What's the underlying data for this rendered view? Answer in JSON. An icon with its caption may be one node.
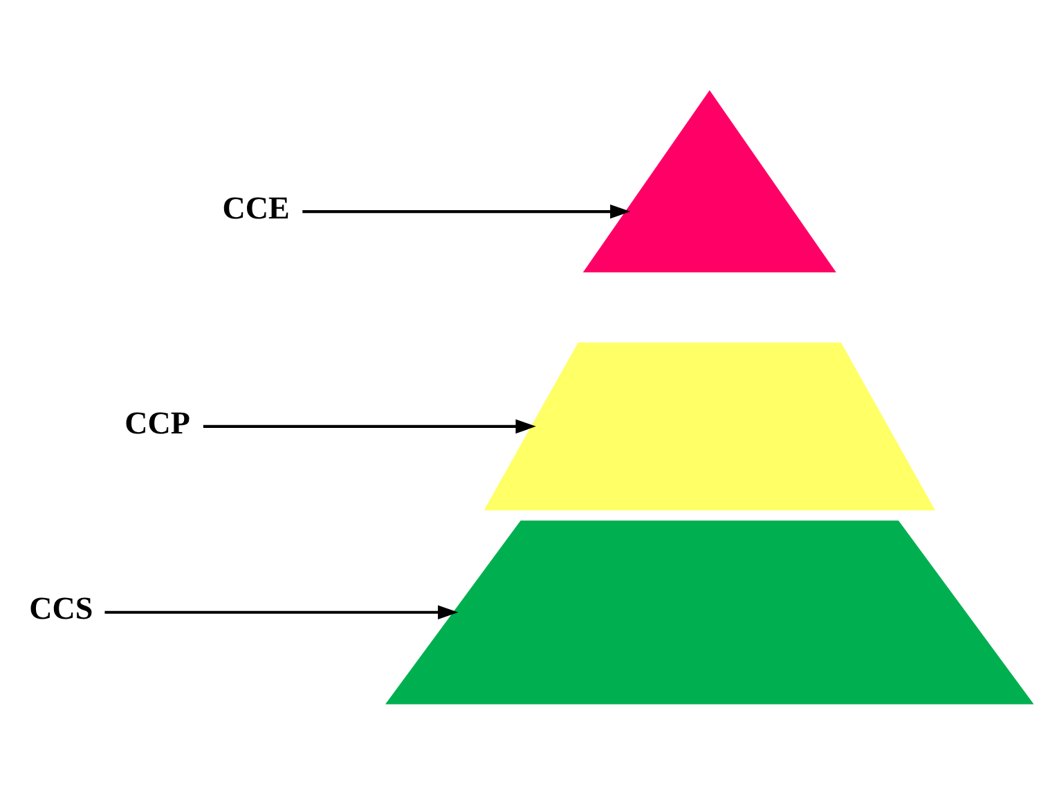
{
  "diagram": {
    "nodes": [
      {
        "text": [],
        "shape": "triangle"
      },
      {
        "text": [
          "CCE"
        ]
      },
      {
        "text": [],
        "shape": "trapezoid"
      },
      {
        "text": [
          "CCP"
        ]
      },
      {
        "text": [],
        "shape": "trapezoid"
      },
      {
        "text": [
          "CCS"
        ]
      }
    ],
    "edges": [
      {
        "from": 1,
        "to": 0,
        "arrow": "to"
      },
      {
        "from": 3,
        "to": 2,
        "arrow": "to"
      },
      {
        "from": 5,
        "to": 4,
        "arrow": "to"
      }
    ]
  }
}
